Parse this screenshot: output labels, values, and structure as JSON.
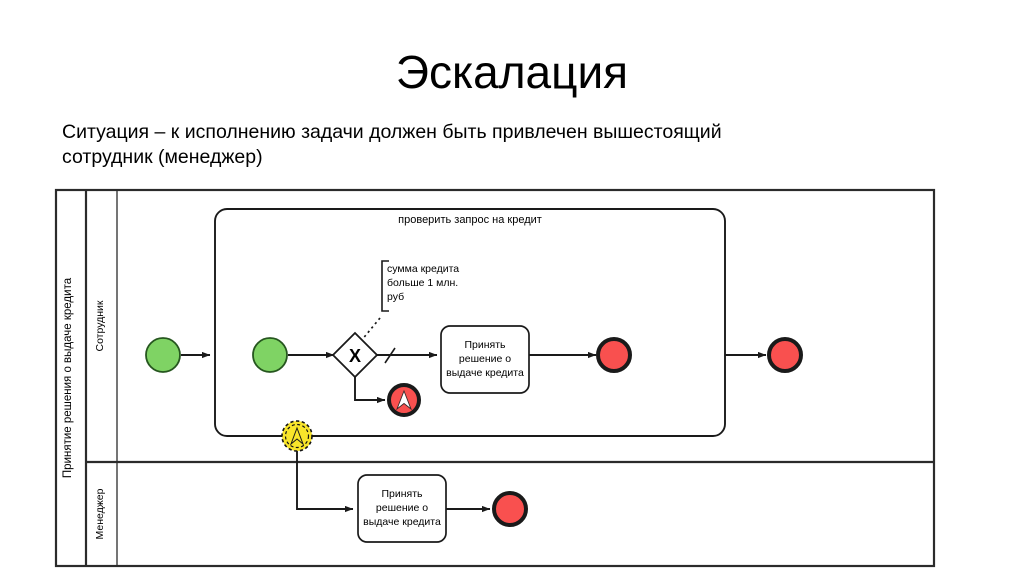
{
  "slide": {
    "title": "Эскалация",
    "subtitle": "Ситуация – к исполнению задачи должен быть привлечен вышестоящий сотрудник (менеджер)"
  },
  "diagram": {
    "type": "bpmn-process-diagram",
    "pool": {
      "label": "Принятие решения о выдаче кредита",
      "lanes": [
        {
          "label": "Сотрудник"
        },
        {
          "label": "Менеджер"
        }
      ]
    },
    "subprocess": {
      "label": "проверить запрос на кредит"
    },
    "annotation": {
      "line1": "сумма кредита",
      "line2": "больше 1 млн.",
      "line3": "руб"
    },
    "gateway": {
      "symbol": "X",
      "name": "exclusive-gateway"
    },
    "tasks": [
      {
        "line1": "Принять",
        "line2": "решение о",
        "line3": "выдаче кредита"
      },
      {
        "line1": "Принять",
        "line2": "решение о",
        "line3": "выдаче кредита"
      }
    ],
    "events": {
      "start_outer": "start-event",
      "start_inner": "start-event",
      "escalation_end": "escalation-end-event",
      "escalation_boundary": "non-interrupting-escalation-boundary-event",
      "end_inner": "end-event",
      "end_outer": "end-event",
      "end_manager": "end-event"
    },
    "colors": {
      "start_fill": "#7fd364",
      "start_stroke": "#26561f",
      "end_fill": "#f9504f",
      "end_stroke": "#1a1a1a",
      "escalation_fill": "#f9e52a",
      "escalation_stroke": "#141414",
      "line": "#1a1a1a",
      "shape_fill": "#ffffff"
    }
  }
}
